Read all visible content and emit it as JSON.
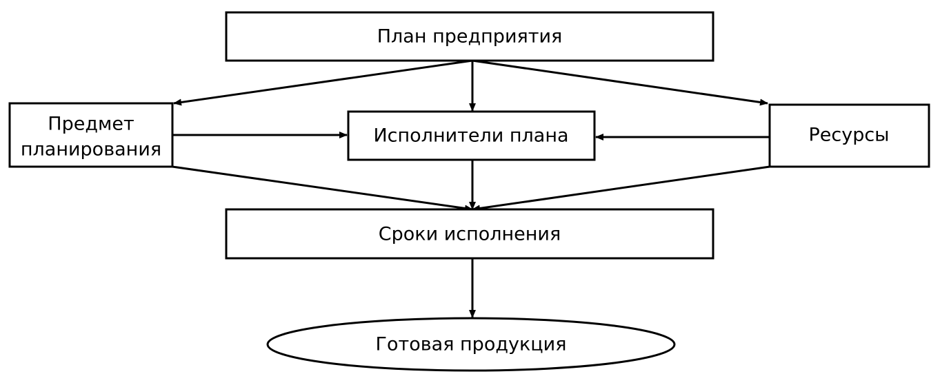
{
  "nodes": {
    "plan": {
      "label": "План предприятия"
    },
    "subject": {
      "line1": "Предмет",
      "line2": "планирования"
    },
    "executors": {
      "label": "Исполнители плана"
    },
    "resources": {
      "label": "Ресурсы"
    },
    "deadlines": {
      "label": "Сроки исполнения"
    },
    "product": {
      "label": "Готовая продукция"
    }
  },
  "colors": {
    "stroke": "#000000",
    "fill": "#ffffff"
  }
}
